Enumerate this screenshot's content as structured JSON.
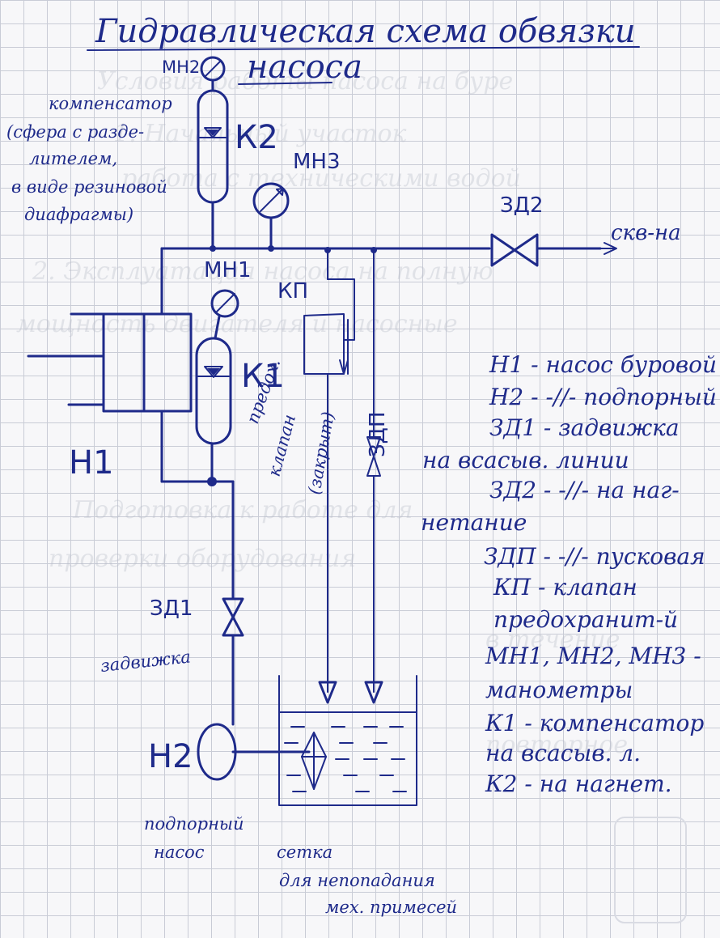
{
  "title": {
    "line1": "Гидравлическая схема обвязки",
    "line2": "насоса"
  },
  "components": {
    "mn2": "МН2",
    "mn3": "МН3",
    "mn1": "МН1",
    "k2": "К2",
    "k1": "К1",
    "kp": "КП",
    "h1": "Н1",
    "h2": "Н2",
    "zd1": "ЗД1",
    "zd2": "ЗД2",
    "zdp": "ЗДП",
    "well": "скв-на"
  },
  "notes": {
    "compensator_l1": "компенсатор",
    "compensator_l2": "(сфера с разде-",
    "compensator_l3": "лителем,",
    "compensator_l4": "в виде резиновой",
    "compensator_l5": "диафрагмы)",
    "relief_l1": "предох.",
    "relief_l2": "клапан",
    "relief_l3": "(закрыт)",
    "gate_valve": "задвижка",
    "booster_l1": "подпорный",
    "booster_l2": "насос",
    "screen_l1": "сетка",
    "screen_l2": "для непопадания",
    "screen_l3": "мех. примесей"
  },
  "legend": [
    "Н1 - насос буровой",
    "Н2 - -//- подпорный",
    "ЗД1 - задвижка",
    "на всасыв. линии",
    "ЗД2 - -//- на наг-",
    "нетание",
    "ЗДП - -//- пусковая",
    "КП - клапан",
    "предохранит-й",
    "МН1, МН2, МН3 -",
    "манометры",
    "К1 - компенсатор",
    "на всасыв. л.",
    "К2 - на нагнет."
  ],
  "colors": {
    "ink": "#1e2a8a",
    "grid": "#c9ccd6",
    "paper": "#f7f7f9"
  }
}
